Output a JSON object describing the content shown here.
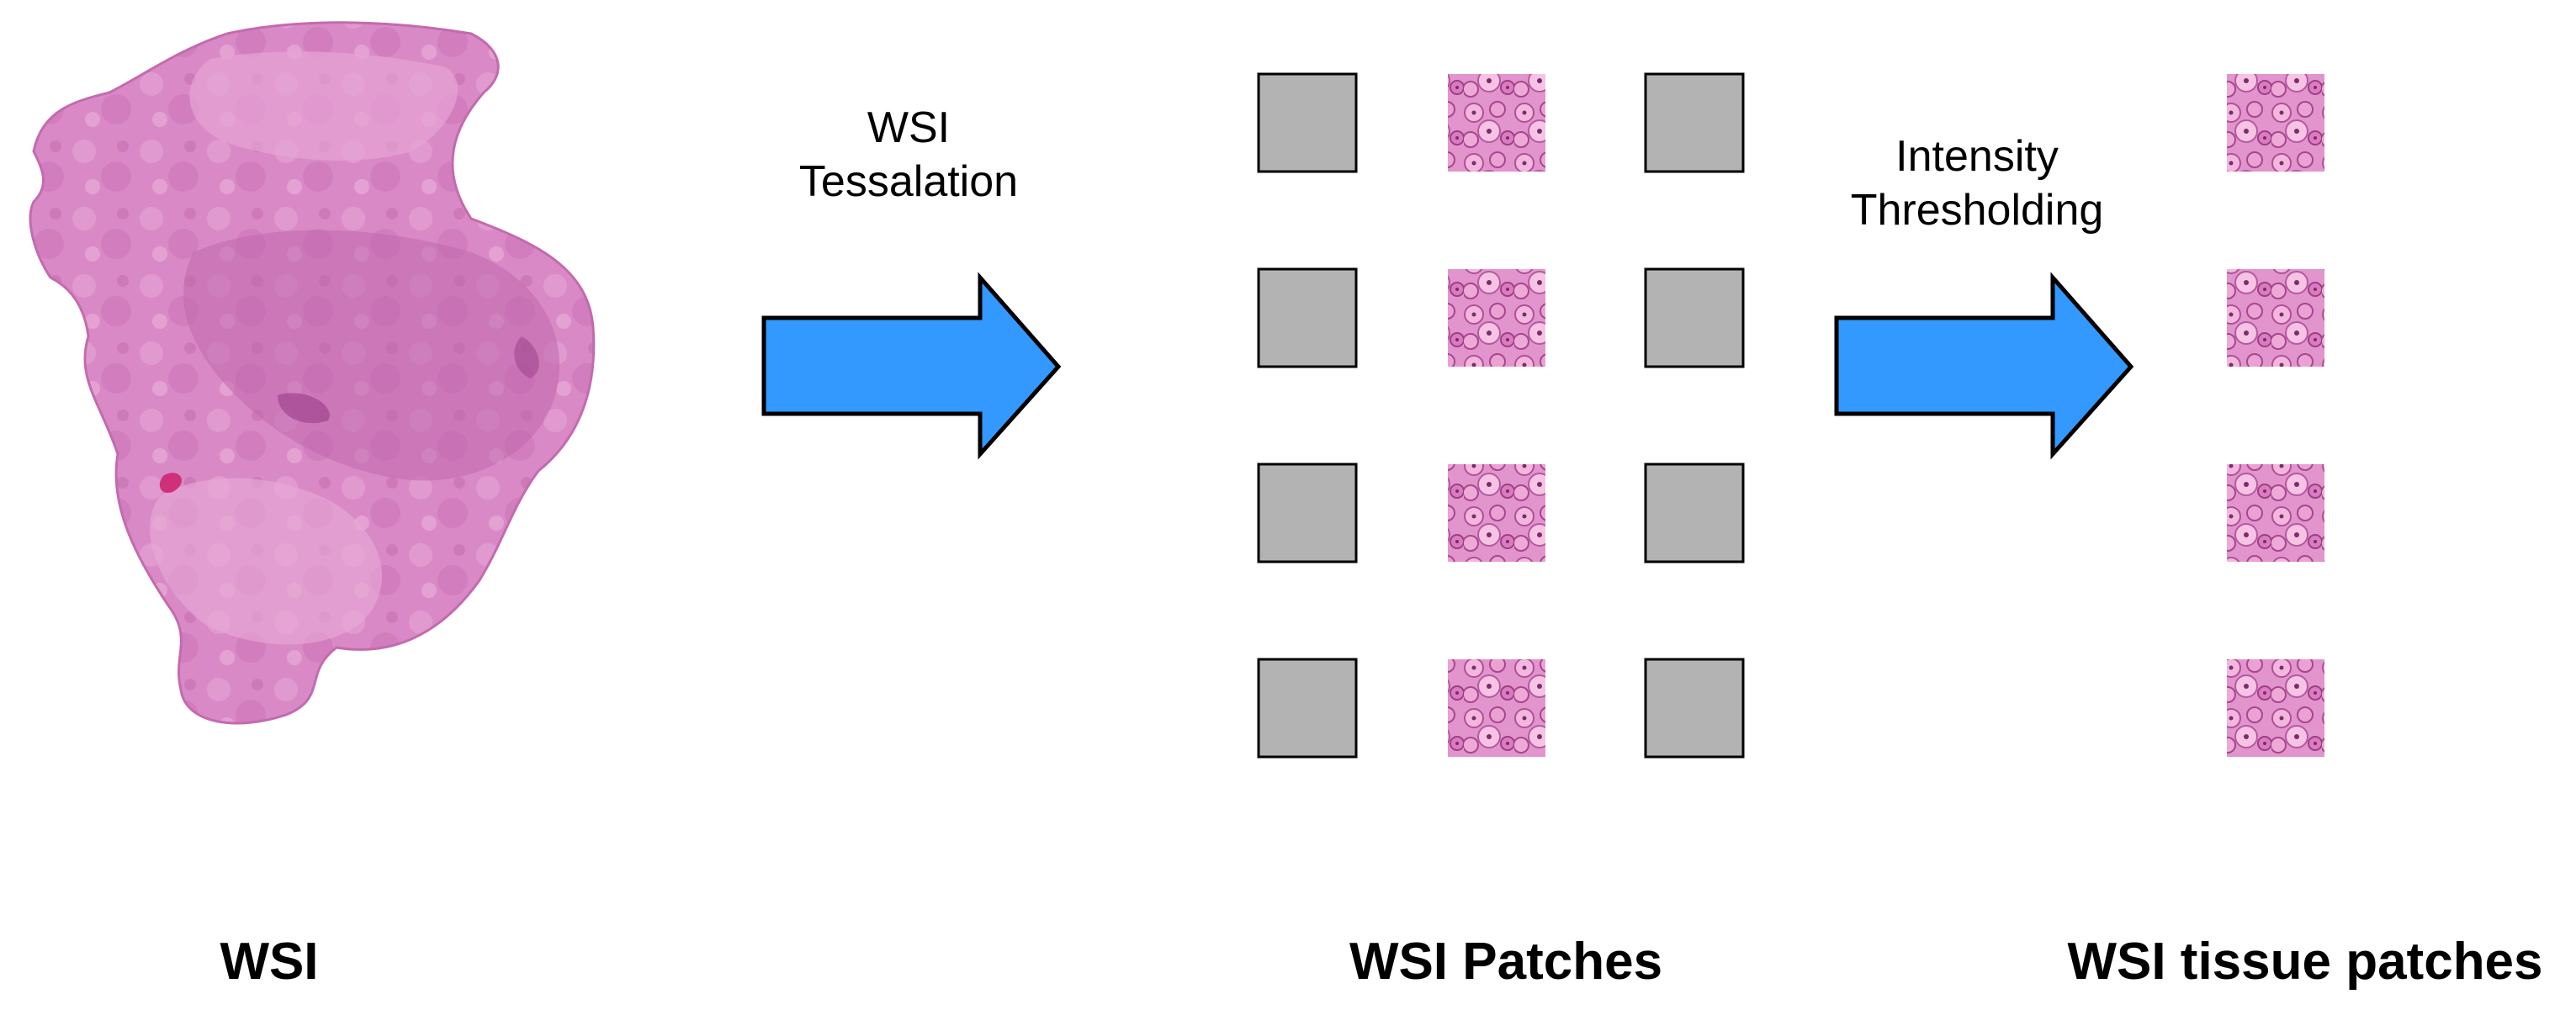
{
  "stages": {
    "wsi": {
      "label": "WSI"
    },
    "patches": {
      "label": "WSI Patches"
    },
    "tissue": {
      "label": "WSI tissue patches"
    }
  },
  "steps": {
    "tessellation": {
      "line1": "WSI",
      "line2": "Tessalation"
    },
    "thresholding": {
      "line1": "Intensity",
      "line2": "Thresholding"
    }
  },
  "grid": {
    "rows": 4,
    "columns": [
      "background",
      "tissue",
      "background"
    ]
  },
  "tissue_column": {
    "count": 4
  },
  "colors": {
    "arrow_fill": "#3399ff",
    "arrow_stroke": "#000000",
    "background_patch": "#b3b3b3",
    "tissue_light": "#f0a8d8",
    "tissue_mid": "#dc7cc0",
    "tissue_dark": "#a8468f",
    "slide_base": "#d98ac6",
    "slide_dark": "#b55aa2"
  }
}
